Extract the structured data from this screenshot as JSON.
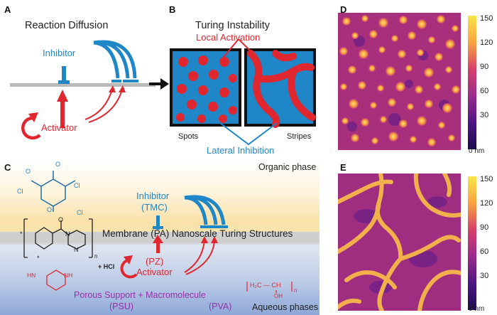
{
  "panels": {
    "a": "A",
    "b": "B",
    "c": "C",
    "d": "D",
    "e": "E"
  },
  "panel_a": {
    "title": "Reaction Diffusion",
    "inhibitor": "Inhibitor",
    "activator": "Activator"
  },
  "panel_b": {
    "title": "Turing Instability",
    "local_activation": "Local Activation",
    "spots": "Spots",
    "stripes": "Stripes",
    "lateral_inhibition": "Lateral Inhibition"
  },
  "panel_c": {
    "organic_phase": "Organic phase",
    "aqueous_phases": "Aqueous phases",
    "inhibitor": "Inhibitor",
    "inhibitor_abbr": "(TMC)",
    "membrane": "Membrane (PA) Nanoscale Turing Structures",
    "activator_abbr": "(PZ)",
    "activator": "Activator",
    "support": "Porous Support + Macromolecule",
    "psu": "(PSU)",
    "pva": "(PVA)",
    "hcl": "+ HCl",
    "cl1": "Cl",
    "cl2": "Cl",
    "cl3": "Cl",
    "o1": "O",
    "o2": "O",
    "o3": "O",
    "o4": "O",
    "n1": "N",
    "n2": "N",
    "nh1": "NH",
    "nh2": "HN",
    "n_sub": "n",
    "star1": "*",
    "star2": "*",
    "pva_formula": "H₂C — CH",
    "pva_oh": "OH",
    "pva_n": "n"
  },
  "colorbar": {
    "ticks": [
      "150",
      "120",
      "90",
      "60",
      "30",
      "0 nm"
    ],
    "top_color": "#f7e64a",
    "mid_color": "#d5406a",
    "bottom_color": "#1a0b4e"
  },
  "colors": {
    "blue": "#1f86c7",
    "red": "#e0262e",
    "purple": "#9b2fa8",
    "organic": "#fbe1a8",
    "aqueous": "#8ea8d8"
  }
}
